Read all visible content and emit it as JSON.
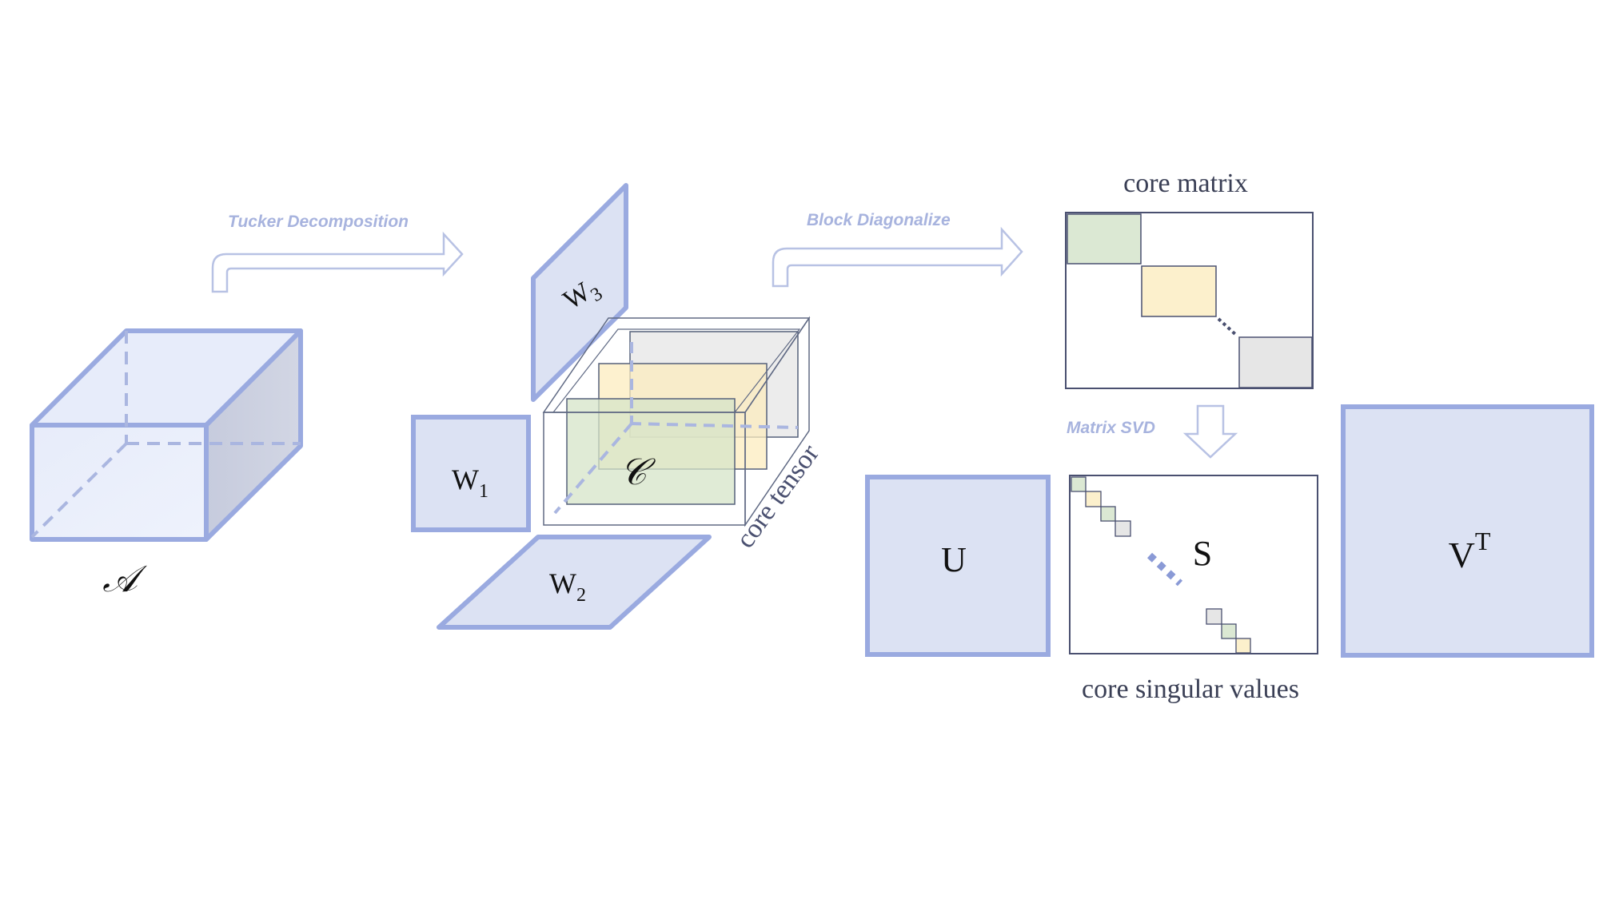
{
  "arrows": {
    "tucker": "Tucker Decomposition",
    "block": "Block Diagonalize",
    "svd": "Matrix SVD"
  },
  "tensor": {
    "symbol": "𝒜"
  },
  "factors": {
    "w1": "W",
    "w1_sub": "1",
    "w2": "W",
    "w2_sub": "2",
    "w3": "W",
    "w3_sub": "3"
  },
  "core": {
    "symbol": "𝒞",
    "tensor_label": "core tensor",
    "matrix_label": "core matrix",
    "singular_label": "core singular values"
  },
  "svd": {
    "u": "U",
    "s": "S",
    "v": "V",
    "v_sup": "T"
  },
  "colors": {
    "blue_stroke": "#9aaae0",
    "blue_fill": "#dce2f3",
    "green_block": "#dbe8d3",
    "yellow_block": "#fcf0cc",
    "gray_block": "#e6e6e6",
    "frame": "#4a5070",
    "arrow_label": "#a7b3de"
  }
}
